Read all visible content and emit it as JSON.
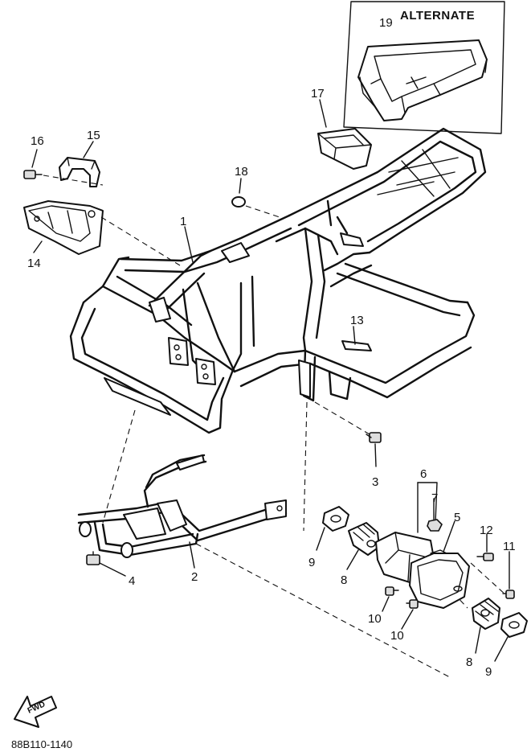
{
  "alternate_box": {
    "title": "ALTERNATE"
  },
  "callouts": [
    {
      "id": "c19",
      "text": "19"
    },
    {
      "id": "c17",
      "text": "17"
    },
    {
      "id": "c16",
      "text": "16"
    },
    {
      "id": "c15",
      "text": "15"
    },
    {
      "id": "c18",
      "text": "18"
    },
    {
      "id": "c1",
      "text": "1"
    },
    {
      "id": "c14",
      "text": "14"
    },
    {
      "id": "c13",
      "text": "13"
    },
    {
      "id": "c3",
      "text": "3"
    },
    {
      "id": "c6",
      "text": "6"
    },
    {
      "id": "c7",
      "text": "7"
    },
    {
      "id": "c5",
      "text": "5"
    },
    {
      "id": "c12",
      "text": "12"
    },
    {
      "id": "c11",
      "text": "11"
    },
    {
      "id": "c9a",
      "text": "9"
    },
    {
      "id": "c8a",
      "text": "8"
    },
    {
      "id": "c4",
      "text": "4"
    },
    {
      "id": "c2",
      "text": "2"
    },
    {
      "id": "c10a",
      "text": "10"
    },
    {
      "id": "c10b",
      "text": "10"
    },
    {
      "id": "c8b",
      "text": "8"
    },
    {
      "id": "c9b",
      "text": "9"
    }
  ],
  "fwd_arrow": {
    "label": "FWD"
  },
  "diagram_code": "88B110-1140"
}
